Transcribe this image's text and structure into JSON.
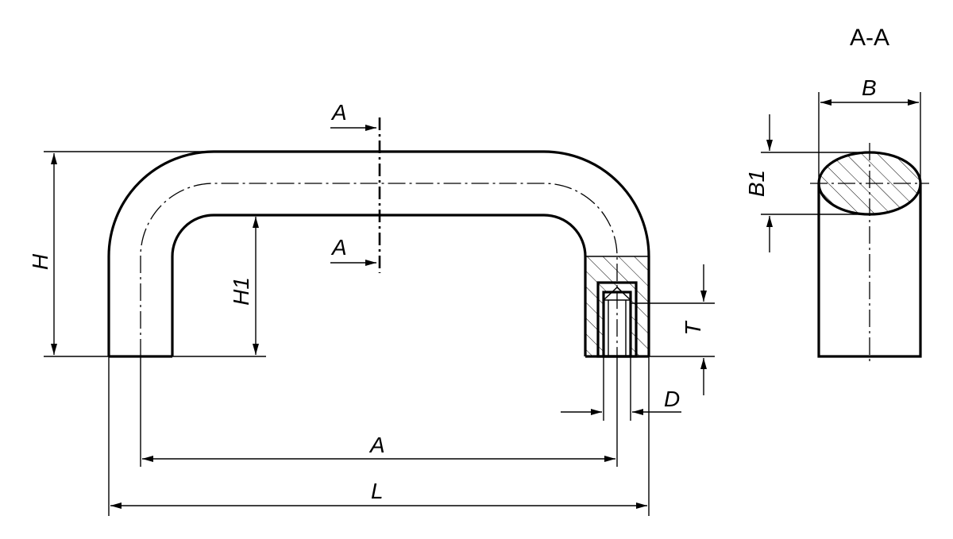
{
  "section_title": "A-A",
  "labels": {
    "section_mark_top": "A",
    "section_mark_bottom": "A",
    "height": "H",
    "inner_height": "H1",
    "thread_depth": "T",
    "thread_diameter": "D",
    "hole_spacing": "A",
    "length": "L",
    "width": "B",
    "thickness": "B1"
  }
}
